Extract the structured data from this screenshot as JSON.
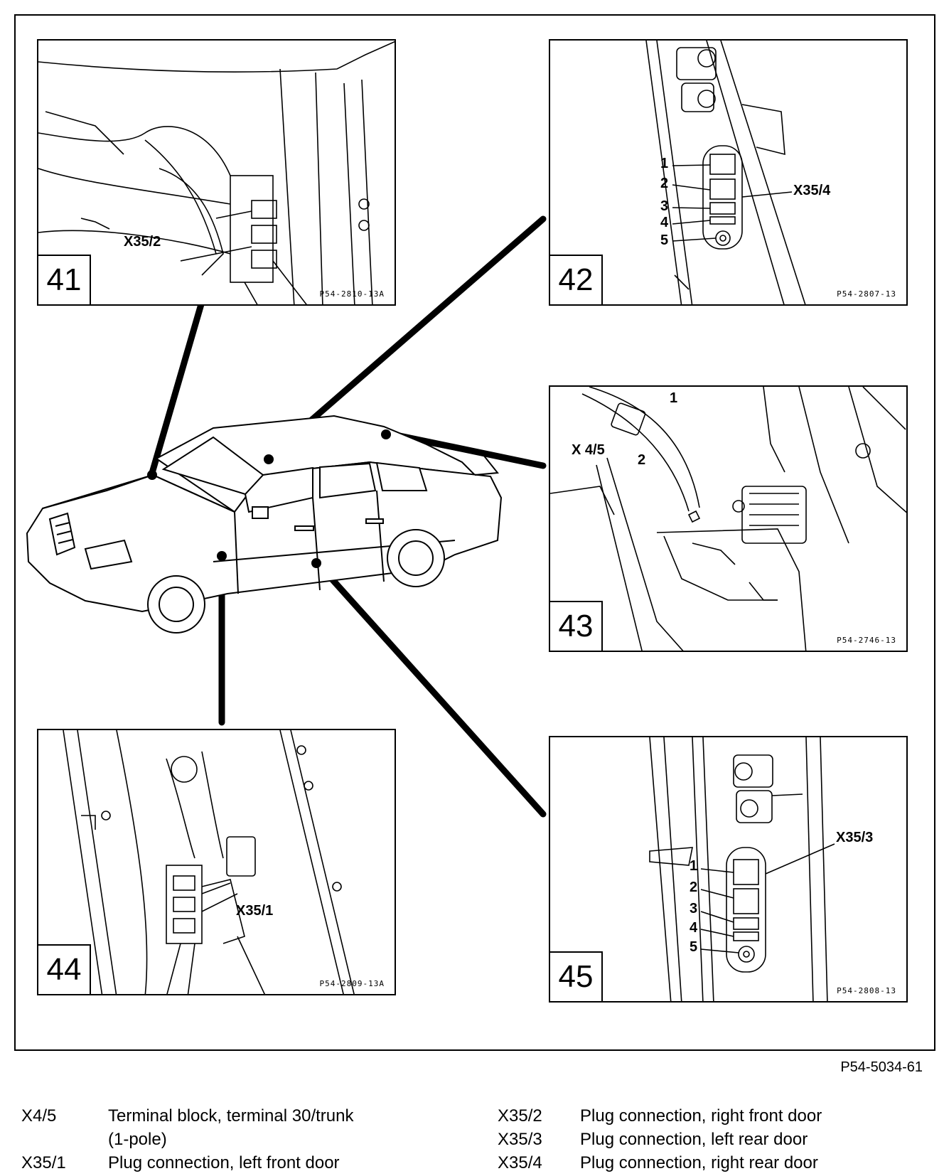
{
  "panels": [
    {
      "number": "41",
      "code": "P54-2810-13A",
      "callouts": [
        "X35/2"
      ]
    },
    {
      "number": "42",
      "code": "P54-2807-13",
      "callouts": [
        "1",
        "2",
        "3",
        "4",
        "5",
        "X35/4"
      ]
    },
    {
      "number": "43",
      "code": "P54-2746-13",
      "callouts": [
        "1",
        "X 4/5",
        "2"
      ]
    },
    {
      "number": "44",
      "code": "P54-2809-13A",
      "callouts": [
        "X35/1"
      ]
    },
    {
      "number": "45",
      "code": "P54-2808-13",
      "callouts": [
        "X35/3",
        "1",
        "2",
        "3",
        "4",
        "5"
      ]
    }
  ],
  "figure_code": "P54-5034-61",
  "legend": {
    "left": [
      {
        "key": "X4/5",
        "text": "Terminal block, terminal 30/trunk",
        "text2": "(1-pole)"
      },
      {
        "key": "X35/1",
        "text": "Plug connection, left front door"
      }
    ],
    "right": [
      {
        "key": "X35/2",
        "text": "Plug connection, right front door"
      },
      {
        "key": "X35/3",
        "text": "Plug connection, left rear door"
      },
      {
        "key": "X35/4",
        "text": "Plug connection, right rear door"
      }
    ]
  }
}
